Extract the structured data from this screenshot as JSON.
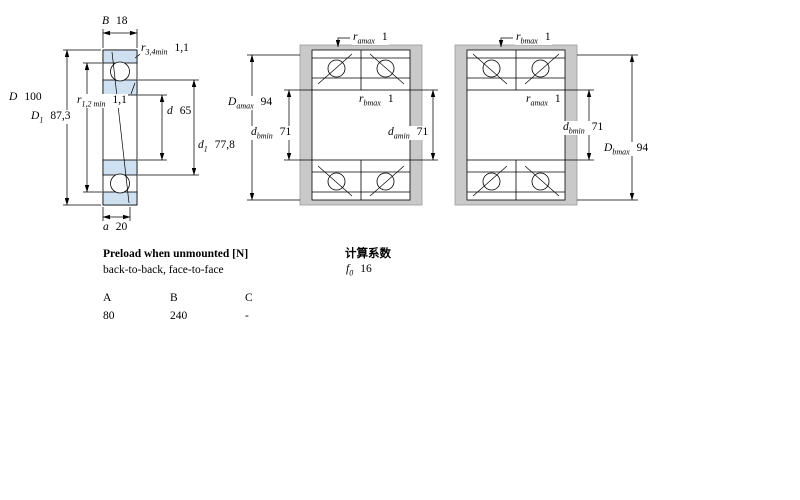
{
  "colors": {
    "ring_fill": "#cfe0f0",
    "housing_fill": "#c9c9c9",
    "line": "#000000"
  },
  "left_view": {
    "B": {
      "name": "B",
      "sub": "",
      "value": "18"
    },
    "r34": {
      "name": "r",
      "sub": "3,4min",
      "value": "1,1"
    },
    "D": {
      "name": "D",
      "sub": "",
      "value": "100"
    },
    "D1": {
      "name": "D",
      "sub": "1",
      "value": "87,3"
    },
    "r12": {
      "name": "r",
      "sub": "1,2 min",
      "value": "1,1"
    },
    "d": {
      "name": "d",
      "sub": "",
      "value": "65"
    },
    "d1": {
      "name": "d",
      "sub": "1",
      "value": "77,8"
    },
    "a": {
      "name": "a",
      "sub": "",
      "value": "20"
    }
  },
  "middle_view": {
    "ramax_top": {
      "name": "r",
      "sub": "amax",
      "value": "1"
    },
    "Damax": {
      "name": "D",
      "sub": "amax",
      "value": "94"
    },
    "dbmin": {
      "name": "d",
      "sub": "bmin",
      "value": "71"
    },
    "rbmax": {
      "name": "r",
      "sub": "bmax",
      "value": "1"
    },
    "damin": {
      "name": "d",
      "sub": "amin",
      "value": "71"
    }
  },
  "right_view": {
    "rbmax_top": {
      "name": "r",
      "sub": "bmax",
      "value": "1"
    },
    "ramax": {
      "name": "r",
      "sub": "amax",
      "value": "1"
    },
    "dbmin": {
      "name": "d",
      "sub": "bmin",
      "value": "71"
    },
    "Dbmax": {
      "name": "D",
      "sub": "bmax",
      "value": "94"
    }
  },
  "preload": {
    "title": "Preload when unmounted [N]",
    "subtitle": "back-to-back, face-to-face",
    "columns": [
      "A",
      "B",
      "C"
    ],
    "values": [
      "80",
      "240",
      "-"
    ]
  },
  "calculation": {
    "title": "计算系数",
    "f0": {
      "name": "f",
      "sub": "0",
      "value": "16"
    }
  }
}
